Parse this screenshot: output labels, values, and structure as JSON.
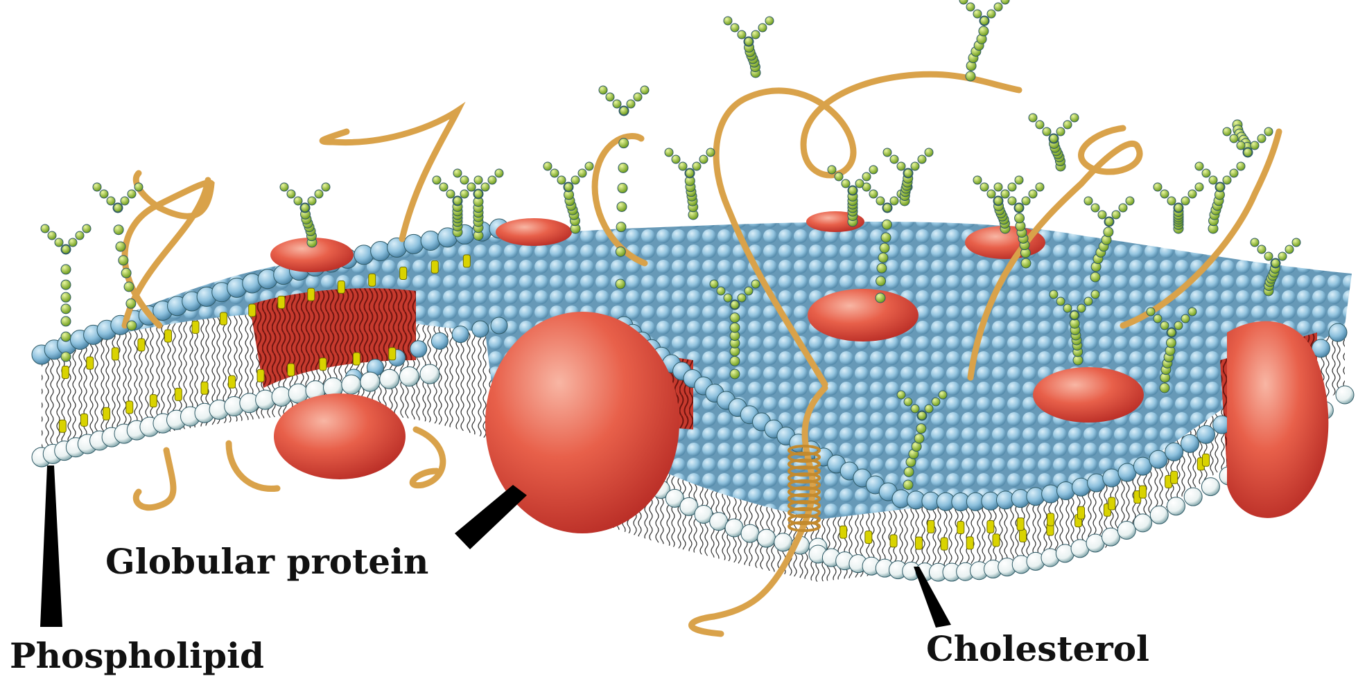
{
  "labels": {
    "phospholipid": "Phospholipid",
    "globular_protein": "Globular protein",
    "cholesterol": "Cholesterol"
  },
  "colors": {
    "head_blue": "#8cc0dd",
    "head_white": "#eef4f4",
    "protein_red": "#e04a3a",
    "cholesterol_yellow": "#d9d300",
    "carbohydrate_green": "#8abf2a",
    "chain_tan": "#d9a24a",
    "pointer": "#000000"
  }
}
